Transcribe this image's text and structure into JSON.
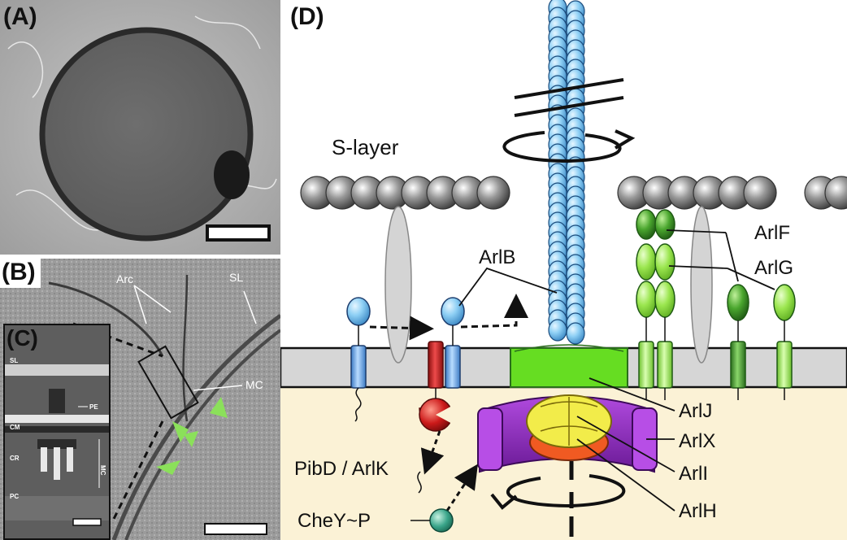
{
  "panels": {
    "a": {
      "label": "(A)"
    },
    "b": {
      "label": "(B)",
      "annotations": {
        "arc": "Arc",
        "sl": "SL",
        "mc": "MC"
      }
    },
    "c": {
      "label": "(C)",
      "annotations": {
        "sl": "SL",
        "pe": "PE",
        "cm": "CM",
        "cr": "CR",
        "pc": "PC",
        "mc": "MC"
      }
    },
    "d": {
      "label": "(D)"
    }
  },
  "labels": {
    "s_layer": "S-layer",
    "arlb": "ArlB",
    "arlf": "ArlF",
    "arlg": "ArlG",
    "arlj": "ArlJ",
    "arlx": "ArlX",
    "arli": "ArlI",
    "arlh": "ArlH",
    "pibd": "PibD / ArlK",
    "chey": "CheY~P"
  },
  "colors": {
    "filament_blue": "#8fd0f5",
    "s_layer_gray": "#777777",
    "platform_green": "#66dd22",
    "motor_purple": "#9a2dc8",
    "atpase_yellow": "#f2ec4a",
    "atpase_orange": "#f05a22",
    "peptidase_red": "#cc1a1a",
    "arlfg_light": "#a6ec5a",
    "arlfg_dark": "#3f9a2a",
    "membrane_gray": "#d6d6d6",
    "cytoplasm": "#fbf2d6",
    "chey_teal": "#3aa58a"
  }
}
